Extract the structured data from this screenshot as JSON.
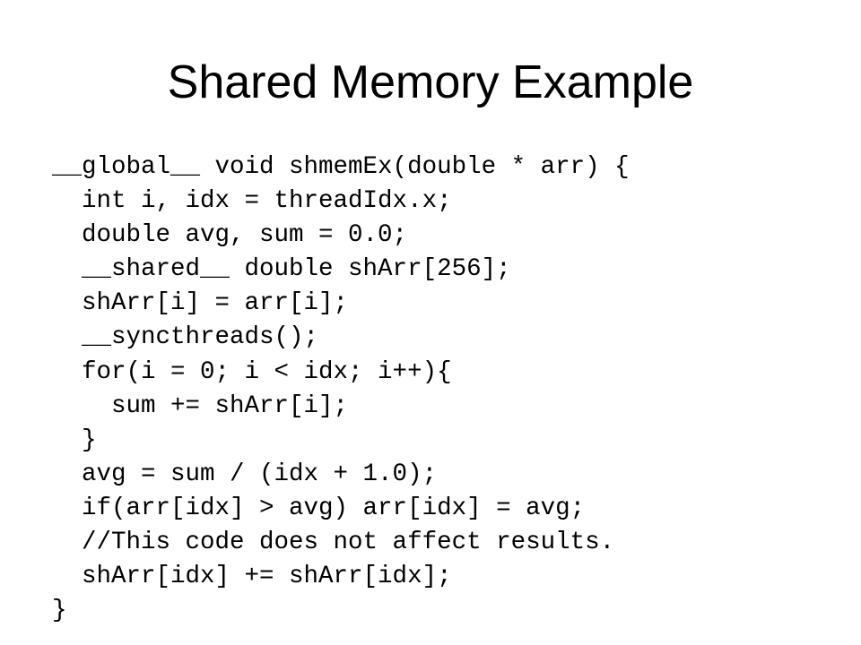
{
  "slide": {
    "title": "Shared Memory Example",
    "code_lines": [
      "__global__ void shmemEx(double * arr) {",
      "  int i, idx = threadIdx.x;",
      "  double avg, sum = 0.0;",
      "  __shared__ double shArr[256];",
      "  shArr[i] = arr[i];",
      "  __syncthreads();",
      "  for(i = 0; i < idx; i++){",
      "    sum += shArr[i];",
      "  }",
      "  avg = sum / (idx + 1.0);",
      "  if(arr[idx] > avg) arr[idx] = avg;",
      "  //This code does not affect results.",
      "  shArr[idx] += shArr[idx];",
      "}"
    ]
  }
}
